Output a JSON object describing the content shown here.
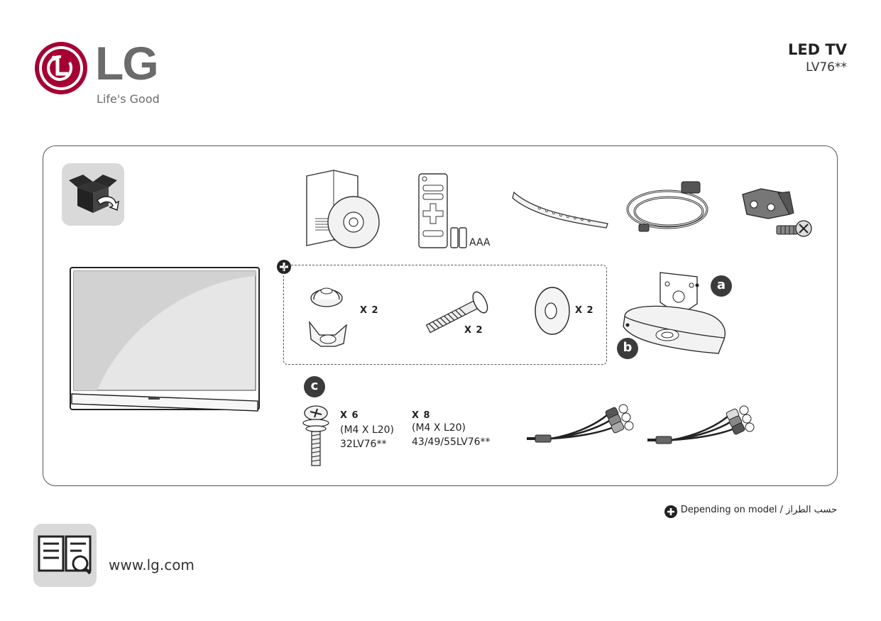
{
  "brand": {
    "name": "LG",
    "tagline": "Life's Good",
    "color": "#a50034"
  },
  "product": {
    "title": "LED TV",
    "model": "LV76**"
  },
  "accessories": {
    "batteries_label": "AAA",
    "optional": [
      {
        "item": "wing-nut-and-cap",
        "qty": "X 2"
      },
      {
        "item": "long-bolt",
        "qty": "X 2"
      },
      {
        "item": "washer",
        "qty": "X 2"
      }
    ],
    "stand_labels": {
      "a": "a",
      "b": "b"
    },
    "screws": {
      "badge": "c",
      "left": {
        "qty": "X 6",
        "spec": "(M4 X L20)",
        "model": "32LV76**"
      },
      "right": {
        "qty": "X 8",
        "spec": "(M4 X L20)",
        "model": "43/49/55LV76**"
      }
    }
  },
  "footer": {
    "note": ": Depending on model / حسب الطراز",
    "url": "www.lg.com"
  }
}
